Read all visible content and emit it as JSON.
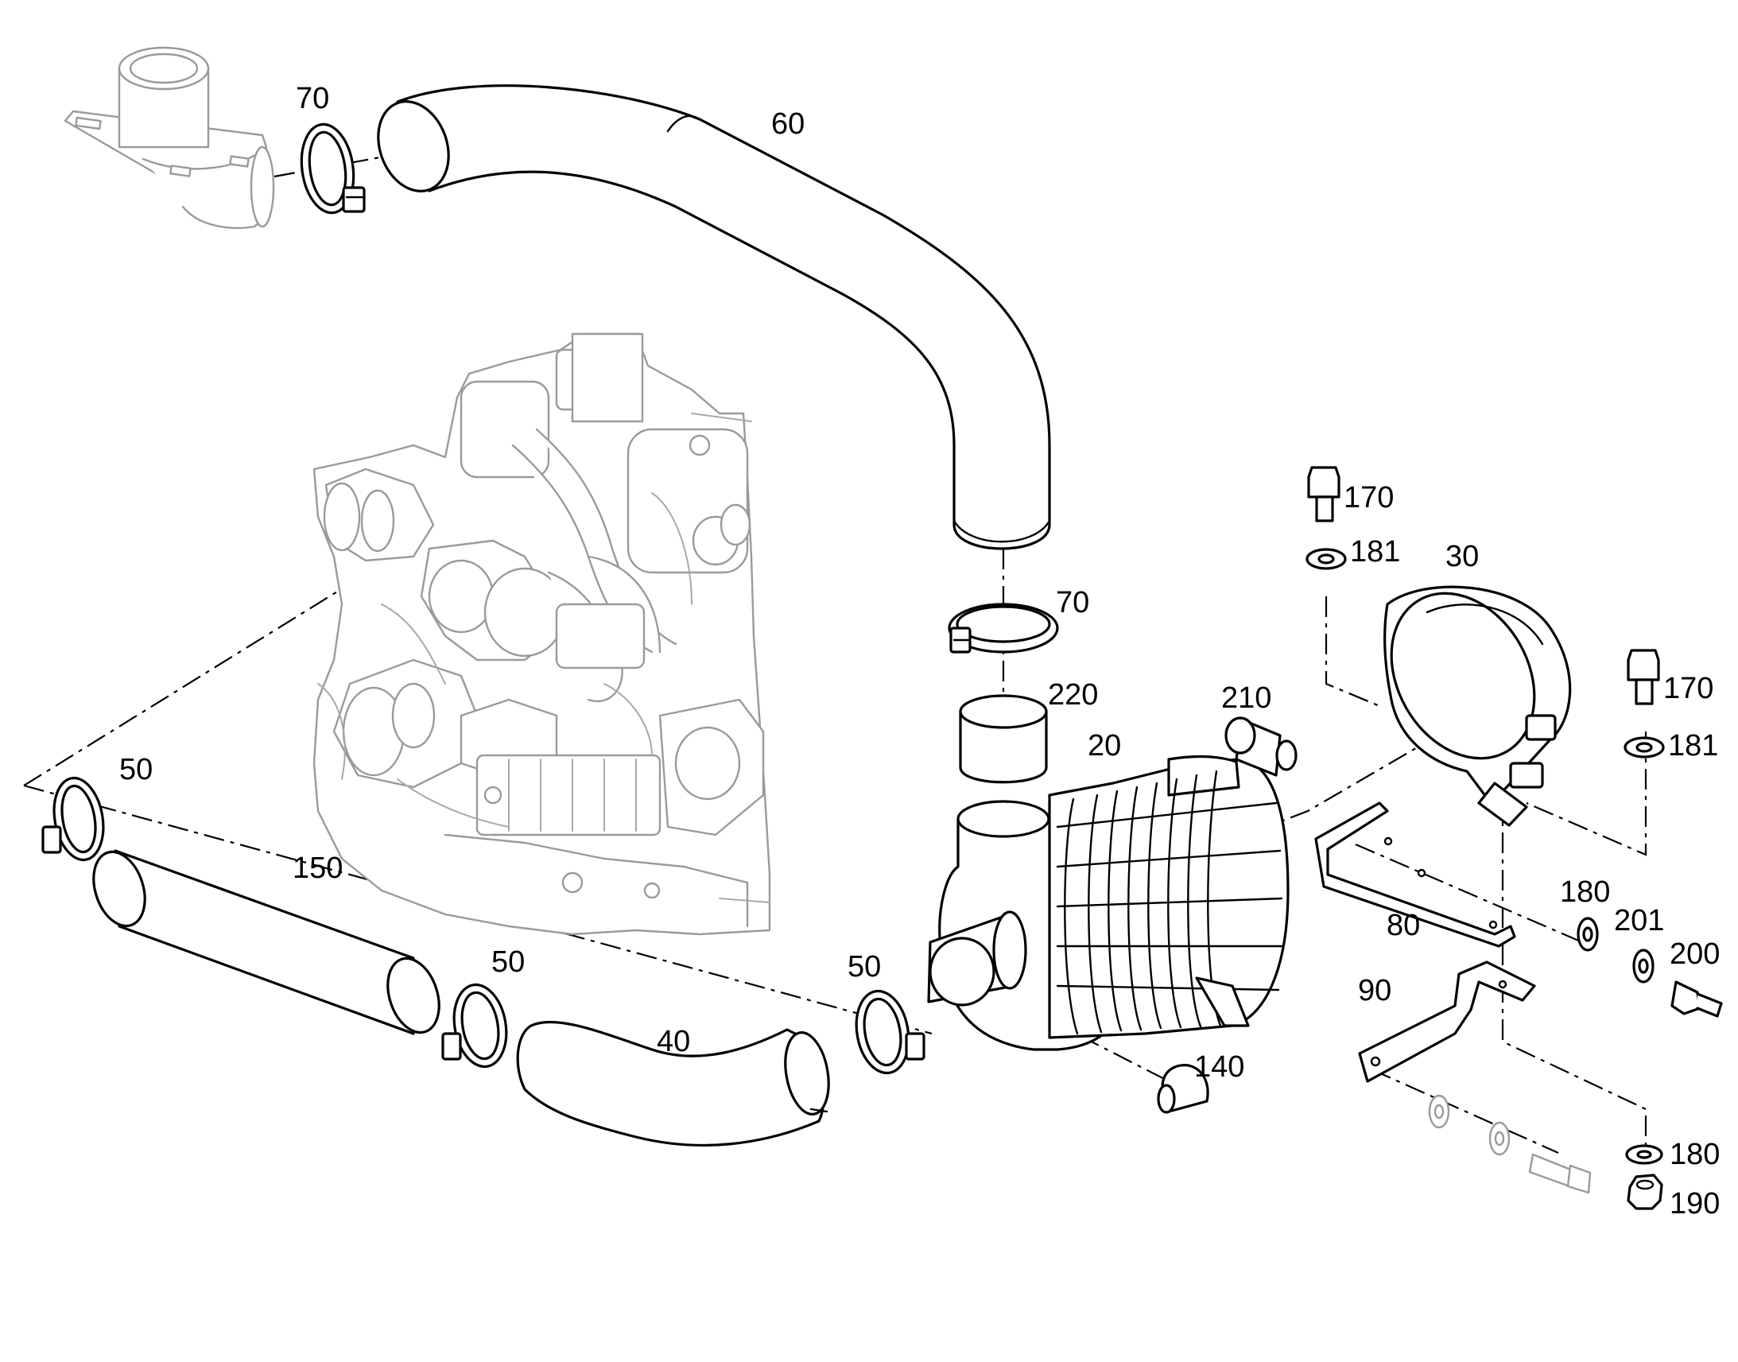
{
  "callouts": {
    "c20": "20",
    "c30": "30",
    "c40": "40",
    "c50a": "50",
    "c50b": "50",
    "c50c": "50",
    "c60": "60",
    "c70a": "70",
    "c70b": "70",
    "c80": "80",
    "c90": "90",
    "c140": "140",
    "c150": "150",
    "c170a": "170",
    "c170b": "170",
    "c180a": "180",
    "c180b": "180",
    "c181a": "181",
    "c181b": "181",
    "c190": "190",
    "c200": "200",
    "c201": "201",
    "c210": "210",
    "c220": "220"
  },
  "colors": {
    "line": "#000000",
    "ghost_line": "#9a9a9a",
    "background": "#ffffff"
  }
}
